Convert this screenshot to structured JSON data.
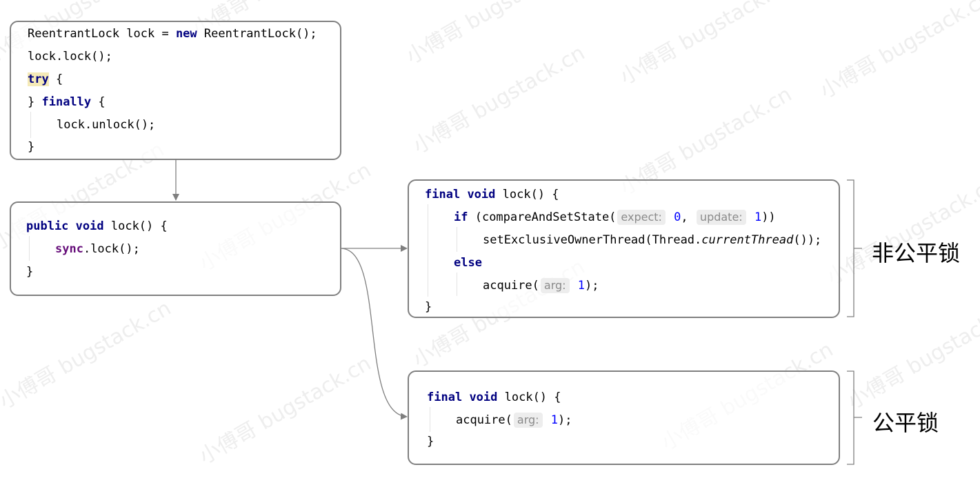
{
  "watermark": "小傅哥 bugstack.cn",
  "box1": {
    "l1_a": "ReentrantLock lock = ",
    "l1_kw": "new",
    "l1_b": " ReentrantLock();",
    "l2": "lock.lock();",
    "l3_kw": "try",
    "l3_b": " {",
    "l4_a": "} ",
    "l4_kw": "finally",
    "l4_b": " {",
    "l5": "lock.unlock();",
    "l6": "}"
  },
  "box2": {
    "l1_kw1": "public",
    "l1_kw2": "void",
    "l1_b": " lock() {",
    "l2_fld": "sync",
    "l2_b": ".lock();",
    "l3": "}"
  },
  "box3": {
    "l1_kw1": "final",
    "l1_kw2": "void",
    "l1_b": " lock() {",
    "l2_kw": "if",
    "l2_a": " (compareAndSetState(",
    "l2_h1": "expect:",
    "l2_n1": "0",
    "l2_c": ",",
    "l2_h2": "update:",
    "l2_n2": "1",
    "l2_d": "))",
    "l3_a": "setExclusiveOwnerThread(Thread.",
    "l3_it": "currentThread",
    "l3_b": "());",
    "l4_kw": "else",
    "l5_a": "acquire(",
    "l5_h": "arg:",
    "l5_n": "1",
    "l5_b": ");",
    "l6": "}"
  },
  "box4": {
    "l1_kw1": "final",
    "l1_kw2": "void",
    "l1_b": " lock() {",
    "l2_a": "acquire(",
    "l2_h": "arg:",
    "l2_n": "1",
    "l2_b": ");",
    "l3": "}"
  },
  "labels": {
    "unfair": "非公平锁",
    "fair": "公平锁"
  },
  "colors": {
    "border": "#7f7f7f",
    "keyword": "#000080",
    "field": "#660e7a",
    "number": "#0000ff",
    "connector": "#7f7f7f"
  }
}
